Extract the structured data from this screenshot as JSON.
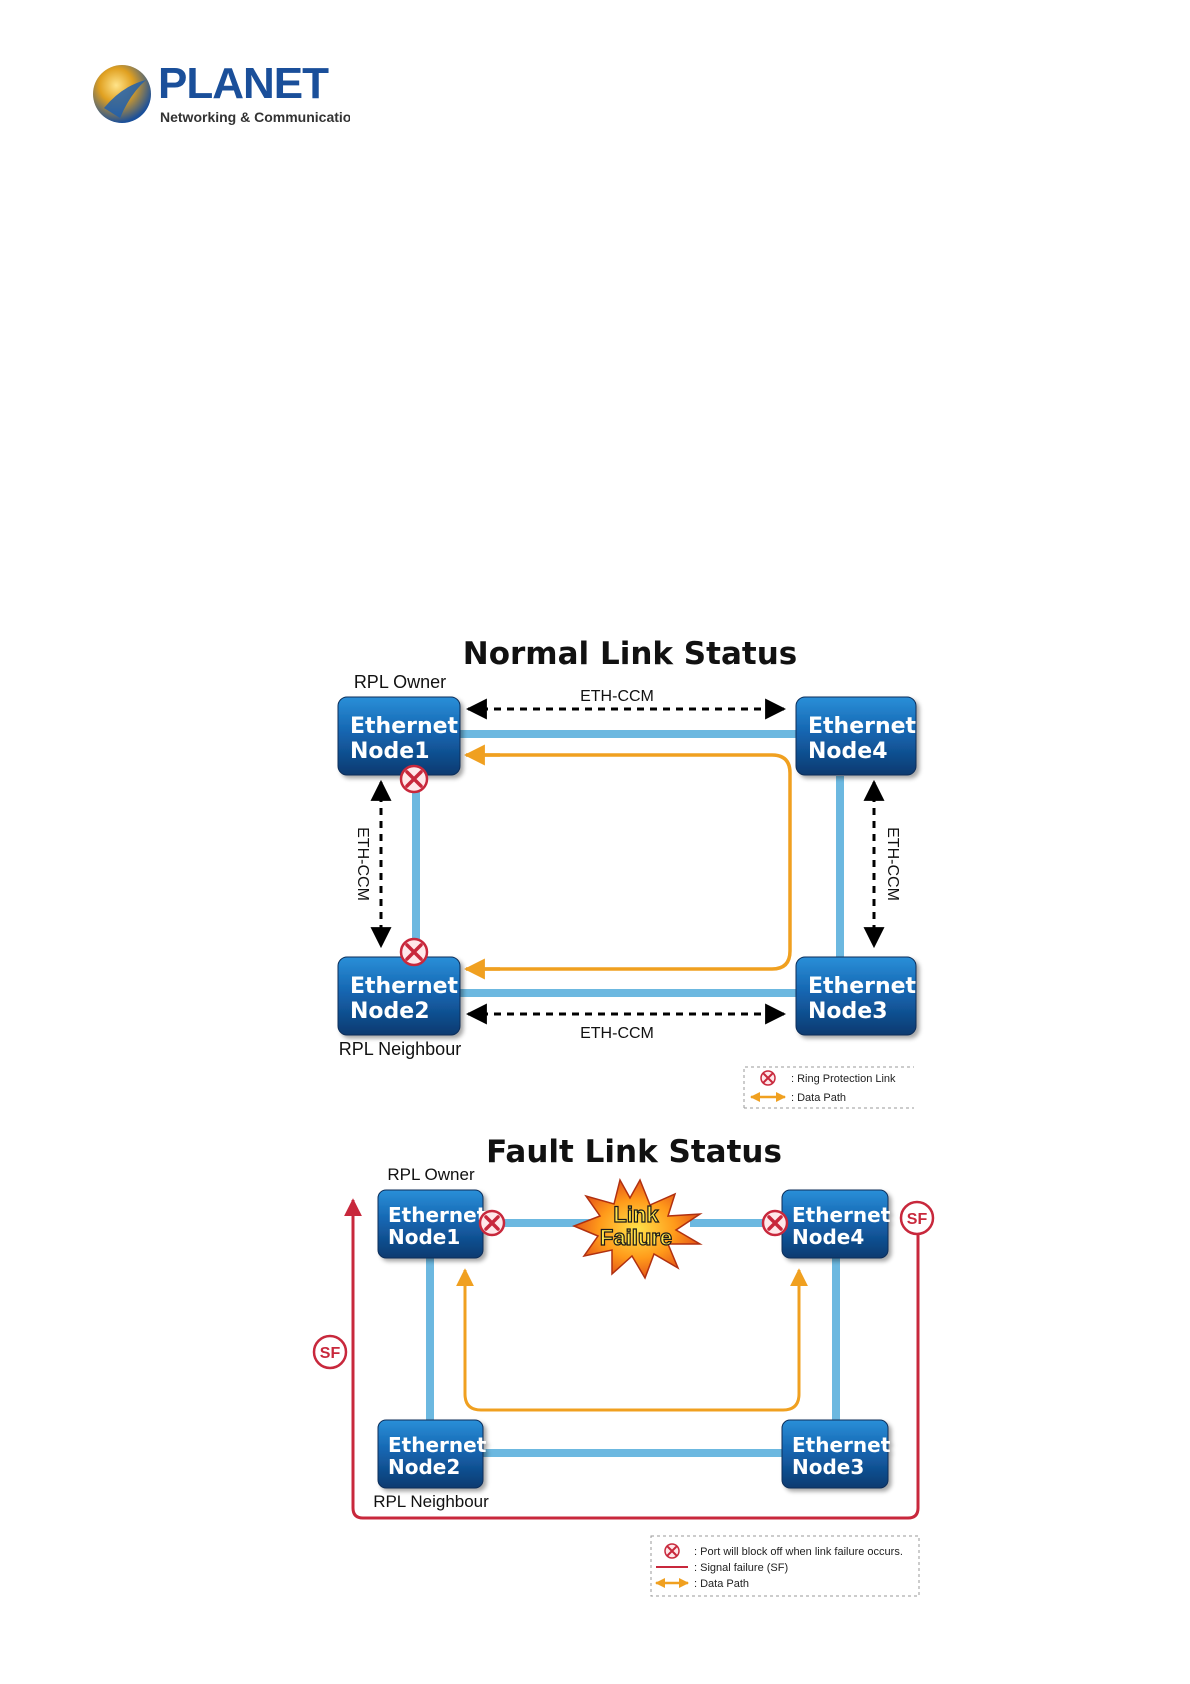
{
  "logo": {
    "brand": "PLANET",
    "tagline": "Networking & Communication"
  },
  "normal": {
    "title": "Normal Link Status",
    "rpl_owner": "RPL Owner",
    "rpl_neighbour": "RPL Neighbour",
    "eth_ccm_top": "ETH-CCM",
    "eth_ccm_bottom": "ETH-CCM",
    "eth_ccm_left": "ETH-CCM",
    "eth_ccm_right": "ETH-CCM",
    "nodes": {
      "node1": [
        "Ethernet",
        "Node1"
      ],
      "node2": [
        "Ethernet",
        "Node2"
      ],
      "node3": [
        "Ethernet",
        "Node3"
      ],
      "node4": [
        "Ethernet",
        "Node4"
      ]
    },
    "legend": {
      "rpl": ": Ring Protection Link",
      "data": ": Data Path"
    }
  },
  "fault": {
    "title": "Fault Link Status",
    "rpl_owner": "RPL Owner",
    "rpl_neighbour": "RPL Neighbour",
    "burst_line1": "Link",
    "burst_line2": "Failure",
    "sf_right": "SF",
    "sf_left": "SF",
    "nodes": {
      "node1": [
        "Ethernet",
        "Node1"
      ],
      "node2": [
        "Ethernet",
        "Node2"
      ],
      "node3": [
        "Ethernet",
        "Node3"
      ],
      "node4": [
        "Ethernet",
        "Node4"
      ]
    },
    "legend": {
      "block": ": Port will block off when link failure occurs.",
      "sf": ": Signal failure (SF)",
      "data": ": Data Path"
    }
  },
  "colors": {
    "ring": "#6cb8e0",
    "data_path": "#f0a020",
    "signal_failure": "#c8283c",
    "node_top": "#1f7fc8",
    "node_bottom": "#0d3d73",
    "title": "#111111"
  }
}
